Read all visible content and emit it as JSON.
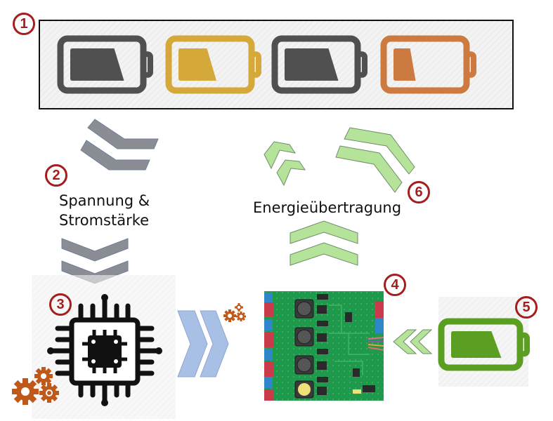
{
  "markers": {
    "m1": "1",
    "m2": "2",
    "m3": "3",
    "m4": "4",
    "m5": "5",
    "m6": "6"
  },
  "labels": {
    "voltage_current": "Spannung &",
    "voltage_current_line2": "Stromstärke",
    "energy_transfer": "Energieübertragung"
  },
  "battery_pack": {
    "cells": [
      {
        "color": "#505050",
        "charge": 0.85
      },
      {
        "color": "#d4a93a",
        "charge": 0.6
      },
      {
        "color": "#505050",
        "charge": 0.85
      },
      {
        "color": "#cc7a3f",
        "charge": 0.35
      }
    ]
  },
  "source_battery": {
    "color": "#5a9e22",
    "charge": 0.85
  },
  "colors": {
    "marker": "#a51d1d",
    "gray_arrow": "#8a8d93",
    "green_arrow": "#b6e39a",
    "blue_arrow": "#a9c0e6",
    "gear": "#c0581a",
    "pcb": "#1f9a4c"
  }
}
